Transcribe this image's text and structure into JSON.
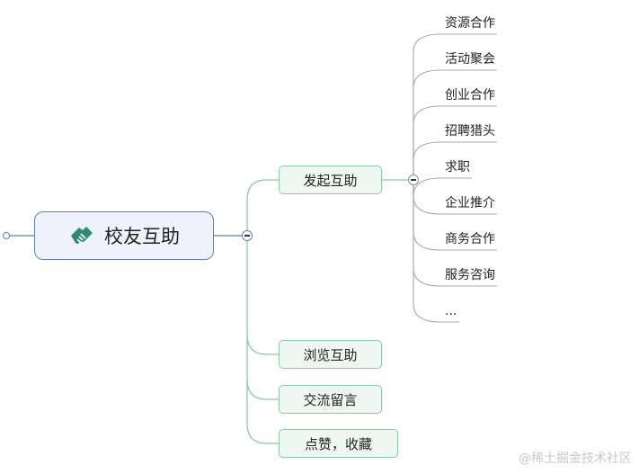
{
  "root": {
    "label": "校友互助",
    "icon": "handshake-icon"
  },
  "children": [
    {
      "label": "发起互助",
      "collapsed": false
    },
    {
      "label": "浏览互助"
    },
    {
      "label": "交流留言"
    },
    {
      "label": "点赞，收藏"
    }
  ],
  "leaves": [
    "资源合作",
    "活动聚会",
    "创业合作",
    "招聘猎头",
    "求职",
    "企业推介",
    "商务合作",
    "服务咨询",
    "..."
  ],
  "watermark": "@稀土掘金技术社区",
  "colors": {
    "root_border": "#5b80b6",
    "root_fill": "#eef3fb",
    "branch": "#8cc8a8",
    "leaf_line": "#a8a8a8",
    "icon": "#2e8b6e"
  }
}
